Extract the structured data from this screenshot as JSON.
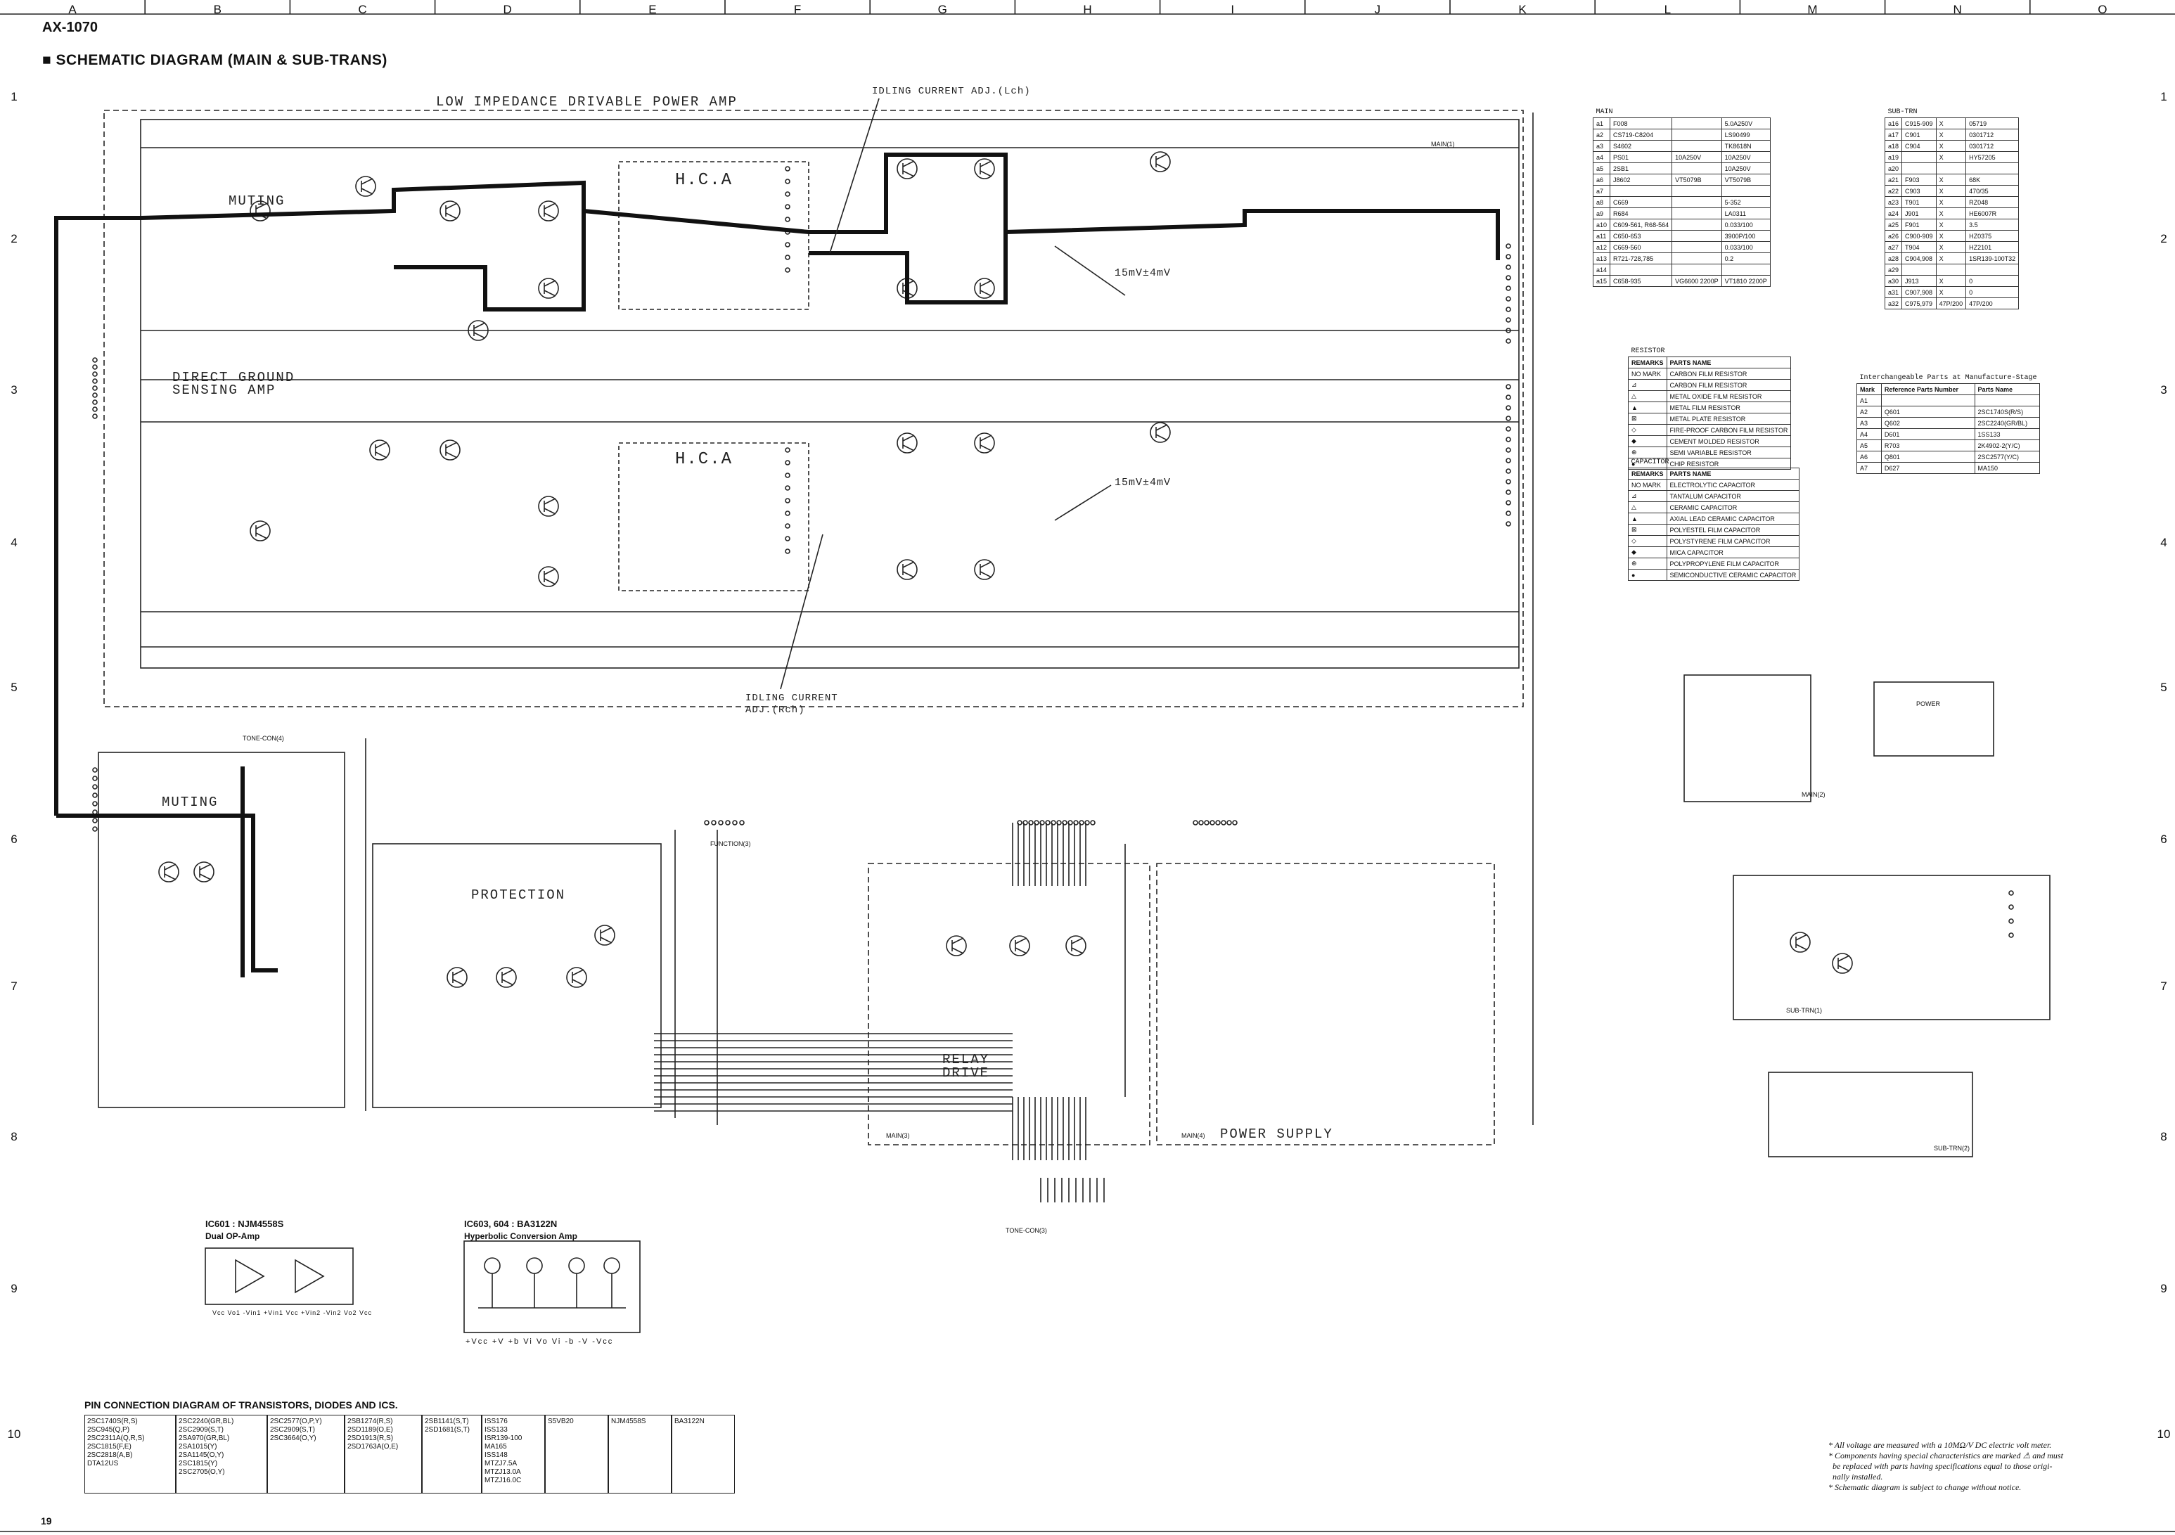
{
  "header": {
    "model": "AX-1070",
    "title": "■ SCHEMATIC DIAGRAM (MAIN & SUB-TRANS)",
    "columns": [
      "A",
      "B",
      "C",
      "D",
      "E",
      "F",
      "G",
      "H",
      "I",
      "J",
      "K",
      "L",
      "M",
      "N",
      "O"
    ],
    "rows": [
      "1",
      "2",
      "3",
      "4",
      "5",
      "6",
      "7",
      "8",
      "9",
      "10"
    ]
  },
  "sections": {
    "power_amp": "LOW IMPEDANCE DRIVABLE POWER AMP",
    "idling_l": "IDLING CURRENT ADJ.(Lch)",
    "idling_r": "IDLING CURRENT ADJ.(Rch)",
    "muting_top": "MUTING",
    "direct_ground": "DIRECT GROUND SENSING AMP",
    "hca_top": "H.C.A",
    "hca_bottom": "H.C.A",
    "voltage_l": "15mV±4mV",
    "voltage_r": "15mV±4mV",
    "muting_bottom": "MUTING",
    "protection": "PROTECTION",
    "relay_drive": "RELAY DRIVE",
    "power_supply": "POWER SUPPLY"
  },
  "tables": {
    "main_label": "MAIN",
    "main_rows": [
      [
        "a1",
        "F008",
        "",
        "5.0A250V"
      ],
      [
        "a2",
        "CS719-C8204",
        "",
        "LS90499"
      ],
      [
        "a3",
        "S4602",
        "",
        "TK8618N"
      ],
      [
        "a4",
        "PS01",
        "10A250V",
        "10A250V"
      ],
      [
        "a5",
        "2SB1",
        "",
        "10A250V"
      ],
      [
        "a6",
        "J8602",
        "VT5079B",
        "VT5079B"
      ],
      [
        "a7",
        "",
        "",
        ""
      ],
      [
        "a8",
        "C669",
        "",
        "5-352"
      ],
      [
        "a9",
        "R684",
        "",
        "LA0311"
      ],
      [
        "a10",
        "C609-561, R68-564",
        "",
        "0.033/100"
      ],
      [
        "a11",
        "C650-653",
        "",
        "3900P/100"
      ],
      [
        "a12",
        "C669-560",
        "",
        "0.033/100"
      ],
      [
        "a13",
        "R721-728,785",
        "",
        "0.2"
      ],
      [
        "a14",
        "",
        "",
        ""
      ],
      [
        "a15",
        "C658-935",
        "VG6600 2200P",
        "VT1810 2200P"
      ]
    ],
    "sub_label": "SUB-TRN",
    "sub_rows": [
      [
        "a16",
        "C915-909",
        "X",
        "05719"
      ],
      [
        "a17",
        "C901",
        "X",
        "0301712"
      ],
      [
        "a18",
        "C904",
        "X",
        "0301712"
      ],
      [
        "a19",
        "",
        "X",
        "HY57205"
      ],
      [
        "a20",
        "",
        "",
        ""
      ],
      [
        "a21",
        "F903",
        "X",
        "68K"
      ],
      [
        "a22",
        "C903",
        "X",
        "470/35"
      ],
      [
        "a23",
        "T901",
        "X",
        "RZ048"
      ],
      [
        "a24",
        "J901",
        "X",
        "HE6007R"
      ],
      [
        "a25",
        "F901",
        "X",
        "3.5"
      ],
      [
        "a26",
        "C900-909",
        "X",
        "HZ0375"
      ],
      [
        "a27",
        "T904",
        "X",
        "HZ2101"
      ],
      [
        "a28",
        "C904,908",
        "X",
        "1SR139-100T32"
      ],
      [
        "a29",
        "",
        "",
        ""
      ],
      [
        "a30",
        "J913",
        "X",
        "0"
      ],
      [
        "a31",
        "C907,908",
        "X",
        "0"
      ],
      [
        "a32",
        "C975,979",
        "47P/200",
        "47P/200"
      ]
    ],
    "resistor_title": "RESISTOR",
    "resistor_rows": [
      [
        "REMARKS",
        "PARTS NAME"
      ],
      [
        "NO MARK",
        "CARBON FILM RESISTOR"
      ],
      [
        "⊿",
        "CARBON FILM RESISTOR"
      ],
      [
        "△",
        "METAL OXIDE FILM RESISTOR"
      ],
      [
        "▲",
        "METAL FILM RESISTOR"
      ],
      [
        "⊠",
        "METAL PLATE RESISTOR"
      ],
      [
        "◇",
        "FIRE-PROOF CARBON FILM RESISTOR"
      ],
      [
        "◆",
        "CEMENT MOLDED RESISTOR"
      ],
      [
        "⊕",
        "SEMI VARIABLE RESISTOR"
      ],
      [
        "●",
        "CHIP RESISTOR"
      ]
    ],
    "capacitor_title": "CAPACITOR",
    "capacitor_rows": [
      [
        "REMARKS",
        "PARTS NAME"
      ],
      [
        "NO MARK",
        "ELECTROLYTIC CAPACITOR"
      ],
      [
        "⊿",
        "TANTALUM CAPACITOR"
      ],
      [
        "△",
        "CERAMIC CAPACITOR"
      ],
      [
        "▲",
        "AXIAL LEAD CERAMIC CAPACITOR"
      ],
      [
        "⊠",
        "POLYESTEL FILM CAPACITOR"
      ],
      [
        "◇",
        "POLYSTYRENE FILM CAPACITOR"
      ],
      [
        "◆",
        "MICA CAPACITOR"
      ],
      [
        "⊕",
        "POLYPROPYLENE FILM CAPACITOR"
      ],
      [
        "●",
        "SEMICONDUCTIVE CERAMIC CAPACITOR"
      ]
    ],
    "interchange_title": "Interchangeable Parts at Manufacture-Stage",
    "interchange_rows": [
      [
        "Mark",
        "Reference Parts Number",
        "Parts Name"
      ],
      [
        "A1",
        "",
        ""
      ],
      [
        "A2",
        "Q601",
        "2SC1740S(R/S)"
      ],
      [
        "A3",
        "Q602",
        "2SC2240(GR/BL)"
      ],
      [
        "A4",
        "D601",
        "1SS133"
      ],
      [
        "A5",
        "R703",
        "2K4902-2(Y/C)"
      ],
      [
        "A6",
        "Q801",
        "2SC2577(Y/C)"
      ],
      [
        "A7",
        "D627",
        "MA150"
      ]
    ]
  },
  "connectors": {
    "tone": "TONE-CON(4)",
    "function": "FUNCTION(3)",
    "tone_con3": "TONE-CON(3)",
    "main1": "MAIN(1)",
    "main2": "MAIN(2)",
    "main3": "MAIN(3)",
    "main4": "MAIN(4)",
    "sub_trn": "SUB-TRN(1)",
    "sub_trn2": "SUB-TRN(2)",
    "power": "POWER"
  },
  "ic_diagrams": {
    "ic601_title": "IC601 : NJM4558S",
    "ic601_sub": "Dual OP-Amp",
    "ic601_pins": "Vcc Vo1 -Vin1 +Vin1 Vcc +Vin2 -Vin2 Vo2 Vcc",
    "ic603_title": "IC603, 604 : BA3122N",
    "ic603_sub": "Hyperbolic Conversion Amp",
    "ic603_pins": "+Vcc +V +b Vi Vo Vi -b -V -Vcc"
  },
  "pin_connection": {
    "title": "PIN CONNECTION DIAGRAM OF TRANSISTORS, DIODES AND ICS.",
    "cells": [
      "2SC1740S(R,S)\n2SC945(Q,P)\n2SC2311A(Q,R,S)\n2SC1815(F,E)\n2SC2818(A,B)\nDTA12US",
      "2SC2240(GR,BL)\n2SC2909(S,T)\n2SA970(GR,BL)\n2SA1015(Y)\n2SA1145(O,Y)\n2SC1815(Y)\n2SC2705(O,Y)",
      "2SC2577(O,P,Y)\n2SC2909(S,T)\n2SC3664(O,Y)",
      "2SB1274(R,S)\n2SD1189(O,E)\n2SD1913(R,S)\n2SD1763A(O,E)",
      "2SB1141(S,T)\n2SD1681(S,T)",
      "ISS176\nISS133\nISR139-100\nMA165\nISS148\nMTZJ7.5A\nMTZJ13.0A\nMTZJ16.0C",
      "S5VB20",
      "NJM4558S",
      "BA3122N"
    ]
  },
  "footnotes": [
    "* All voltage are measured with a 10MΩ/V DC electric volt meter.",
    "* Components having special characteristics are marked ⚠ and must",
    "  be replaced with parts having specifications equal to those origi-",
    "  nally installed.",
    "* Schematic diagram is subject to change without notice."
  ],
  "page_number": "19"
}
